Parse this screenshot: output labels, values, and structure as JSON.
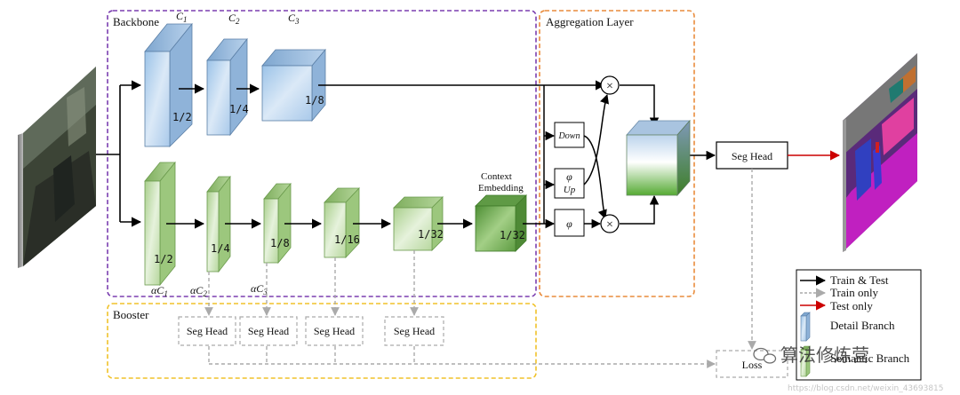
{
  "diagram": {
    "backbone_label": "Backbone",
    "aggregation_label": "Aggregation Layer",
    "booster_label": "Booster",
    "detail_channels": [
      "C",
      "C",
      "C"
    ],
    "detail_channel_subs": [
      "1",
      "2",
      "3"
    ],
    "detail_scales": [
      "1/2",
      "1/4",
      "1/8"
    ],
    "semantic_scales": [
      "1/2",
      "1/4",
      "1/8",
      "1/16",
      "1/32",
      "1/32"
    ],
    "semantic_channels": [
      "αC",
      "αC",
      "αC"
    ],
    "semantic_channel_subs": [
      "1",
      "2",
      "3"
    ],
    "context_label_1": "Context",
    "context_label_2": "Embedding",
    "down_label": "Down",
    "phi_label": "φ",
    "up_label": "Up",
    "multiply_symbol": "×",
    "seg_head_label": "Seg Head",
    "booster_heads": [
      "Seg Head",
      "Seg Head",
      "Seg Head",
      "Seg Head"
    ],
    "loss_label": "Loss"
  },
  "legend": {
    "train_test": "Train & Test",
    "train_only": "Train only",
    "test_only": "Test only",
    "detail_branch": "Detail Branch",
    "semantic_branch": "Semantic Branch"
  },
  "watermark": {
    "text": "算法修炼营",
    "url": "https://blog.csdn.net/weixin_43693815"
  },
  "colors": {
    "backbone_border": "#7b3fb0",
    "aggregation_border": "#e98c3c",
    "booster_border": "#f0c22a",
    "detail_fill": "#c9ddf2",
    "semantic_fill": "#d4e8c4",
    "context_fill": "#6aa84f",
    "test_arrow": "#cc0000",
    "train_only": "#aaaaaa"
  }
}
